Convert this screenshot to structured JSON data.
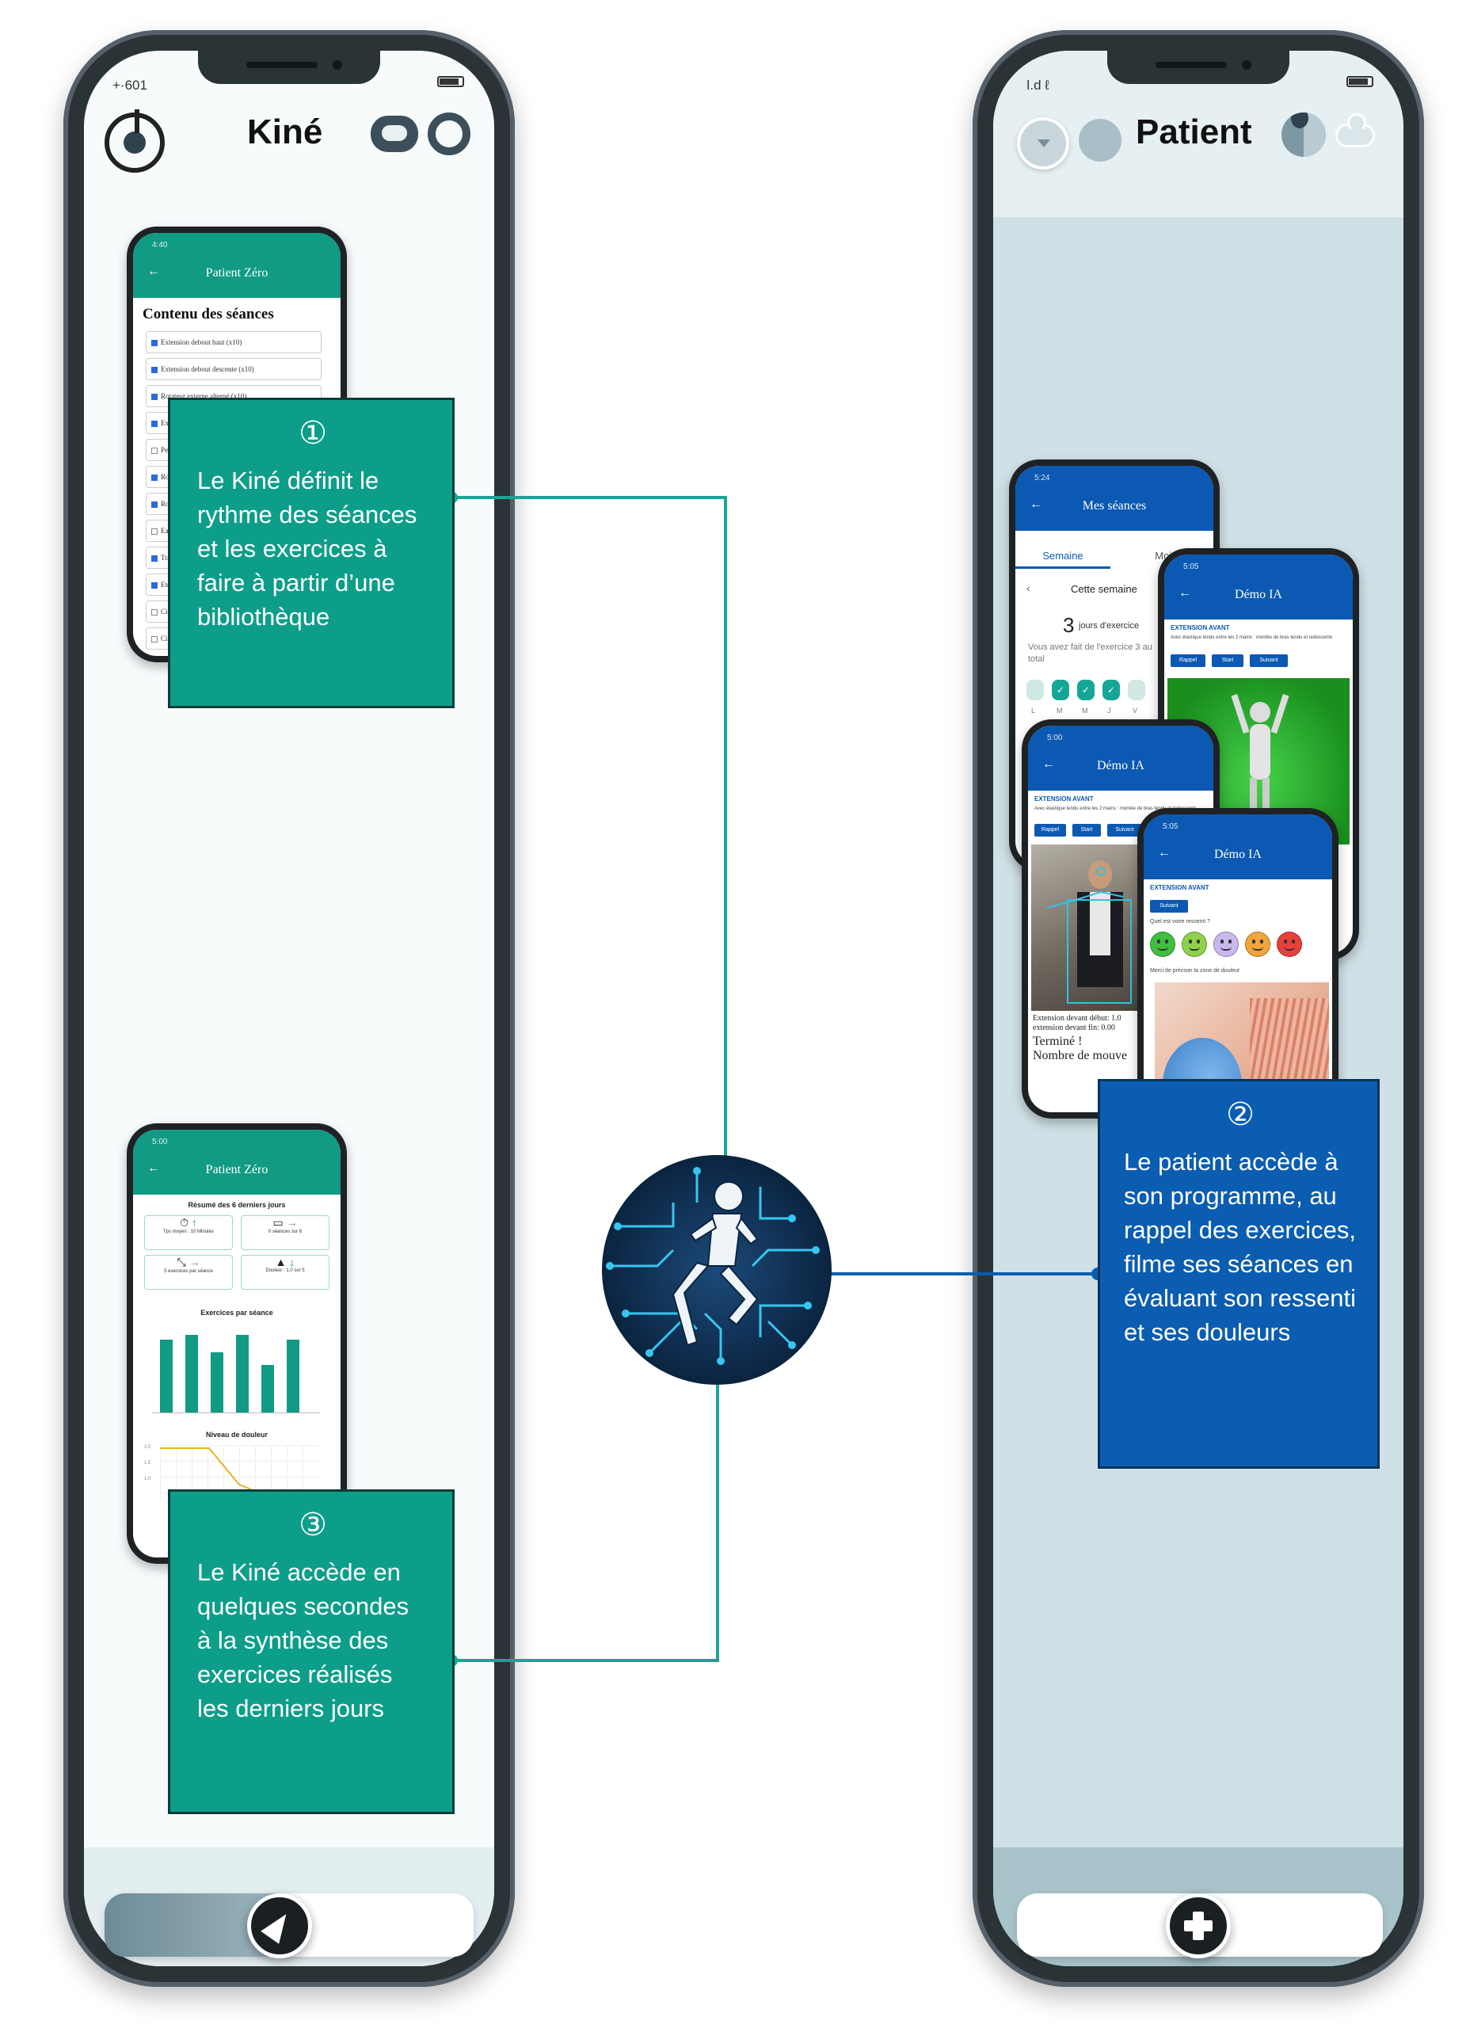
{
  "kine_phone": {
    "status_left": "+·601",
    "title": "Kiné",
    "icons": [
      "clock-icon",
      "cup-icon",
      "ring-icon"
    ],
    "mini_contenu": {
      "status": "4:40",
      "header": "Patient Zéro",
      "heading": "Contenu des séances",
      "items": [
        "Extension debout haut (x10)",
        "Extension debout descente (x10)",
        "Rotateur externe alterné (x10)",
        "Ext",
        "Pe",
        "Ro",
        "Ro",
        "Ea",
        "Tra",
        "Ete",
        "Ci",
        "Ci"
      ]
    },
    "mini_resume": {
      "status": "5:00",
      "header": "Patient Zéro",
      "heading": "Résumé des 6 derniers jours",
      "cards": [
        "Tps moyen : 10 Minutes",
        "0 séances sur 6",
        "5 exercices par séance",
        "Douleur : 1,0 sur 5"
      ],
      "bars_title": "Exercices par séance",
      "pain_title": "Niveau de douleur",
      "pain_ticks": [
        "2.0",
        "1.5",
        "1.0"
      ]
    },
    "box1": {
      "num": "①",
      "text": "Le Kiné définit le rythme des séances et les exercices  à faire à partir d’une bibliothèque"
    },
    "box3": {
      "num": "③",
      "text": "Le Kiné accède en quelques secondes  à la synthèse  des exercices  réalisés les derniers  jours"
    },
    "fab_icon": "arrow-up-right-icon"
  },
  "patient_phone": {
    "status_left": "ǀ.d ℓ",
    "title": "Patient",
    "icons": [
      "chevron-down-icon",
      "blob-icon",
      "shield-icon",
      "cloud-icon"
    ],
    "mini_seances": {
      "status": "5:24",
      "header": "Mes séances",
      "tabs": [
        "Semaine",
        "Mois"
      ],
      "week_label": "Cette semaine",
      "days_count": "3",
      "days_text": "jours d'exercice",
      "sub_text": "Vous avez fait de l'exercice 3 au total",
      "weekdays": [
        "L",
        "M",
        "M",
        "J",
        "V"
      ]
    },
    "mini_demo1": {
      "status": "5:05",
      "header": "Démo IA",
      "title": "EXTENSION AVANT",
      "desc": "Avec élastique tendu entre les 2 mains : montée de bras tendu et redescente",
      "buttons": [
        "Rappel",
        "Start",
        "Suivant"
      ]
    },
    "mini_demo2": {
      "status": "5:00",
      "header": "Démo IA",
      "title": "EXTENSION AVANT",
      "desc": "Avec élastique tendu entre les 2 mains : montée de bras tendu et redescente",
      "buttons": [
        "Rappel",
        "Start",
        "Suivant"
      ],
      "log": [
        "Extension devant début: 1.0",
        "extension devant fin: 0.00"
      ],
      "done": "Terminé !",
      "count": "Nombre de mouve"
    },
    "mini_demo3": {
      "status": "5:05",
      "header": "Démo IA",
      "title": "EXTENSION AVANT",
      "button": "Suivant",
      "question": "Quel est votre ressenti ?",
      "pain_zone": "Merci de préciser la zone de douleur",
      "faces": [
        "#3fbf3f",
        "#8ed14b",
        "#c9b8f0",
        "#f2a53a",
        "#e8403a"
      ]
    },
    "box2": {
      "num": "②",
      "text": "Le patient accède à son programme, au rappel des exercices,  filme ses séances en évaluant son ressenti et ses douleurs"
    },
    "fab_icon": "plus-icon"
  },
  "hub_logo": "ai-runner-logo",
  "colors": {
    "teal": "#0d9e8a",
    "blue": "#0b5db1",
    "patient_bg": "#cfe1e6",
    "kine_bg": "#f7fbfc"
  }
}
